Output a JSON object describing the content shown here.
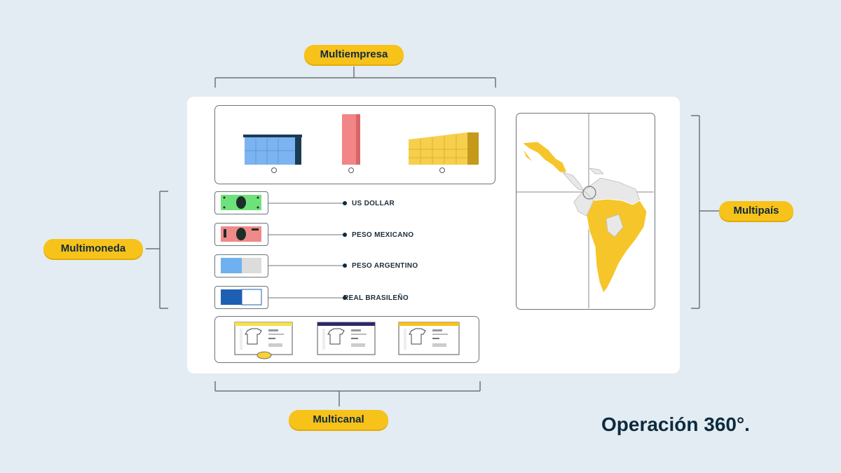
{
  "labels": {
    "multiempresa": "Multiempresa",
    "multimoneda": "Multimoneda",
    "multipais": "Multipaís",
    "multicanal": "Multicanal"
  },
  "currencies": [
    {
      "label": "US DOLLAR",
      "color": "#6ee27a"
    },
    {
      "label": "PESO MEXICANO",
      "color": "#f08a8a"
    },
    {
      "label": "PESO ARGENTINO",
      "color": "#6fb0f0"
    },
    {
      "label": "REAL BRASILEÑO",
      "color": "#1e5fb3"
    }
  ],
  "footer": "Operación 360°.",
  "colors": {
    "accent": "#f7c21a",
    "background": "#e3ecf3"
  }
}
